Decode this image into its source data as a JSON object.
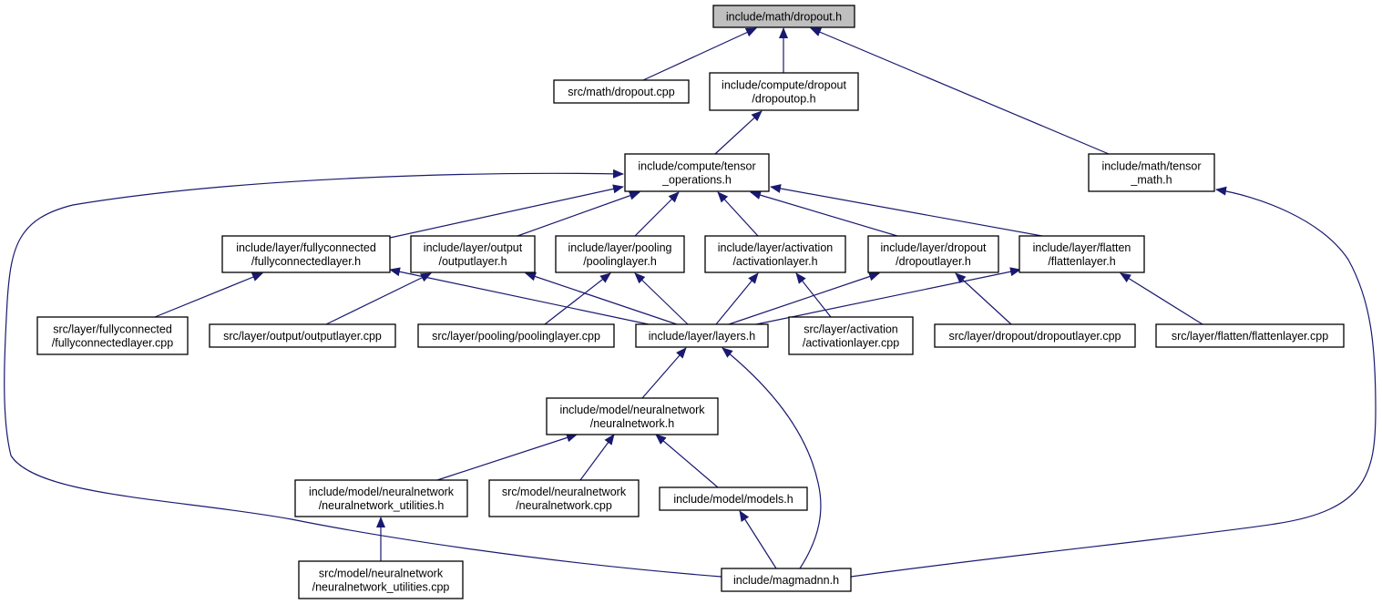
{
  "graph": {
    "colors": {
      "edge": "#191970",
      "root_fill": "#bfbfbf",
      "node_fill": "#ffffff",
      "node_border": "#000000"
    },
    "nodes": [
      {
        "id": "math_dropout_h",
        "lines": [
          "include/math/dropout.h"
        ],
        "root": true
      },
      {
        "id": "src_math_dropout_cpp",
        "lines": [
          "src/math/dropout.cpp"
        ]
      },
      {
        "id": "compute_dropoutop_h",
        "lines": [
          "include/compute/dropout",
          "/dropoutop.h"
        ]
      },
      {
        "id": "math_tensor_math_h",
        "lines": [
          "include/math/tensor",
          "_math.h"
        ]
      },
      {
        "id": "compute_tensor_operations_h",
        "lines": [
          "include/compute/tensor",
          "_operations.h"
        ]
      },
      {
        "id": "layer_fullyconnectedlayer_h",
        "lines": [
          "include/layer/fullyconnected",
          "/fullyconnectedlayer.h"
        ]
      },
      {
        "id": "layer_outputlayer_h",
        "lines": [
          "include/layer/output",
          "/outputlayer.h"
        ]
      },
      {
        "id": "layer_poolinglayer_h",
        "lines": [
          "include/layer/pooling",
          "/poolinglayer.h"
        ]
      },
      {
        "id": "layer_activationlayer_h",
        "lines": [
          "include/layer/activation",
          "/activationlayer.h"
        ]
      },
      {
        "id": "layer_dropoutlayer_h",
        "lines": [
          "include/layer/dropout",
          "/dropoutlayer.h"
        ]
      },
      {
        "id": "layer_flattenlayer_h",
        "lines": [
          "include/layer/flatten",
          "/flattenlayer.h"
        ]
      },
      {
        "id": "src_fullyconnectedlayer_cpp",
        "lines": [
          "src/layer/fullyconnected",
          "/fullyconnectedlayer.cpp"
        ]
      },
      {
        "id": "src_outputlayer_cpp",
        "lines": [
          "src/layer/output/outputlayer.cpp"
        ]
      },
      {
        "id": "src_poolinglayer_cpp",
        "lines": [
          "src/layer/pooling/poolinglayer.cpp"
        ]
      },
      {
        "id": "layer_layers_h",
        "lines": [
          "include/layer/layers.h"
        ]
      },
      {
        "id": "src_activationlayer_cpp",
        "lines": [
          "src/layer/activation",
          "/activationlayer.cpp"
        ]
      },
      {
        "id": "src_dropoutlayer_cpp",
        "lines": [
          "src/layer/dropout/dropoutlayer.cpp"
        ]
      },
      {
        "id": "src_flattenlayer_cpp",
        "lines": [
          "src/layer/flatten/flattenlayer.cpp"
        ]
      },
      {
        "id": "model_neuralnetwork_h",
        "lines": [
          "include/model/neuralnetwork",
          "/neuralnetwork.h"
        ]
      },
      {
        "id": "model_neuralnetwork_utilities_h",
        "lines": [
          "include/model/neuralnetwork",
          "/neuralnetwork_utilities.h"
        ]
      },
      {
        "id": "src_neuralnetwork_cpp",
        "lines": [
          "src/model/neuralnetwork",
          "/neuralnetwork.cpp"
        ]
      },
      {
        "id": "model_models_h",
        "lines": [
          "include/model/models.h"
        ]
      },
      {
        "id": "src_neuralnetwork_utilities_cpp",
        "lines": [
          "src/model/neuralnetwork",
          "/neuralnetwork_utilities.cpp"
        ]
      },
      {
        "id": "magmadnn_h",
        "lines": [
          "include/magmadnn.h"
        ]
      }
    ],
    "edges": [
      {
        "from": "src_math_dropout_cpp",
        "to": "math_dropout_h"
      },
      {
        "from": "compute_dropoutop_h",
        "to": "math_dropout_h"
      },
      {
        "from": "math_tensor_math_h",
        "to": "math_dropout_h"
      },
      {
        "from": "compute_tensor_operations_h",
        "to": "compute_dropoutop_h"
      },
      {
        "from": "layer_fullyconnectedlayer_h",
        "to": "compute_tensor_operations_h"
      },
      {
        "from": "layer_outputlayer_h",
        "to": "compute_tensor_operations_h"
      },
      {
        "from": "layer_poolinglayer_h",
        "to": "compute_tensor_operations_h"
      },
      {
        "from": "layer_activationlayer_h",
        "to": "compute_tensor_operations_h"
      },
      {
        "from": "layer_dropoutlayer_h",
        "to": "compute_tensor_operations_h"
      },
      {
        "from": "layer_flattenlayer_h",
        "to": "compute_tensor_operations_h"
      },
      {
        "from": "magmadnn_h",
        "to": "compute_tensor_operations_h"
      },
      {
        "from": "magmadnn_h",
        "to": "math_tensor_math_h"
      },
      {
        "from": "src_fullyconnectedlayer_cpp",
        "to": "layer_fullyconnectedlayer_h"
      },
      {
        "from": "layer_layers_h",
        "to": "layer_fullyconnectedlayer_h"
      },
      {
        "from": "src_outputlayer_cpp",
        "to": "layer_outputlayer_h"
      },
      {
        "from": "layer_layers_h",
        "to": "layer_outputlayer_h"
      },
      {
        "from": "src_poolinglayer_cpp",
        "to": "layer_poolinglayer_h"
      },
      {
        "from": "layer_layers_h",
        "to": "layer_poolinglayer_h"
      },
      {
        "from": "layer_layers_h",
        "to": "layer_activationlayer_h"
      },
      {
        "from": "src_activationlayer_cpp",
        "to": "layer_activationlayer_h"
      },
      {
        "from": "layer_layers_h",
        "to": "layer_dropoutlayer_h"
      },
      {
        "from": "src_dropoutlayer_cpp",
        "to": "layer_dropoutlayer_h"
      },
      {
        "from": "layer_layers_h",
        "to": "layer_flattenlayer_h"
      },
      {
        "from": "src_flattenlayer_cpp",
        "to": "layer_flattenlayer_h"
      },
      {
        "from": "model_neuralnetwork_h",
        "to": "layer_layers_h"
      },
      {
        "from": "magmadnn_h",
        "to": "layer_layers_h"
      },
      {
        "from": "model_neuralnetwork_utilities_h",
        "to": "model_neuralnetwork_h"
      },
      {
        "from": "src_neuralnetwork_cpp",
        "to": "model_neuralnetwork_h"
      },
      {
        "from": "model_models_h",
        "to": "model_neuralnetwork_h"
      },
      {
        "from": "src_neuralnetwork_utilities_cpp",
        "to": "model_neuralnetwork_utilities_h"
      },
      {
        "from": "magmadnn_h",
        "to": "model_models_h"
      }
    ]
  }
}
